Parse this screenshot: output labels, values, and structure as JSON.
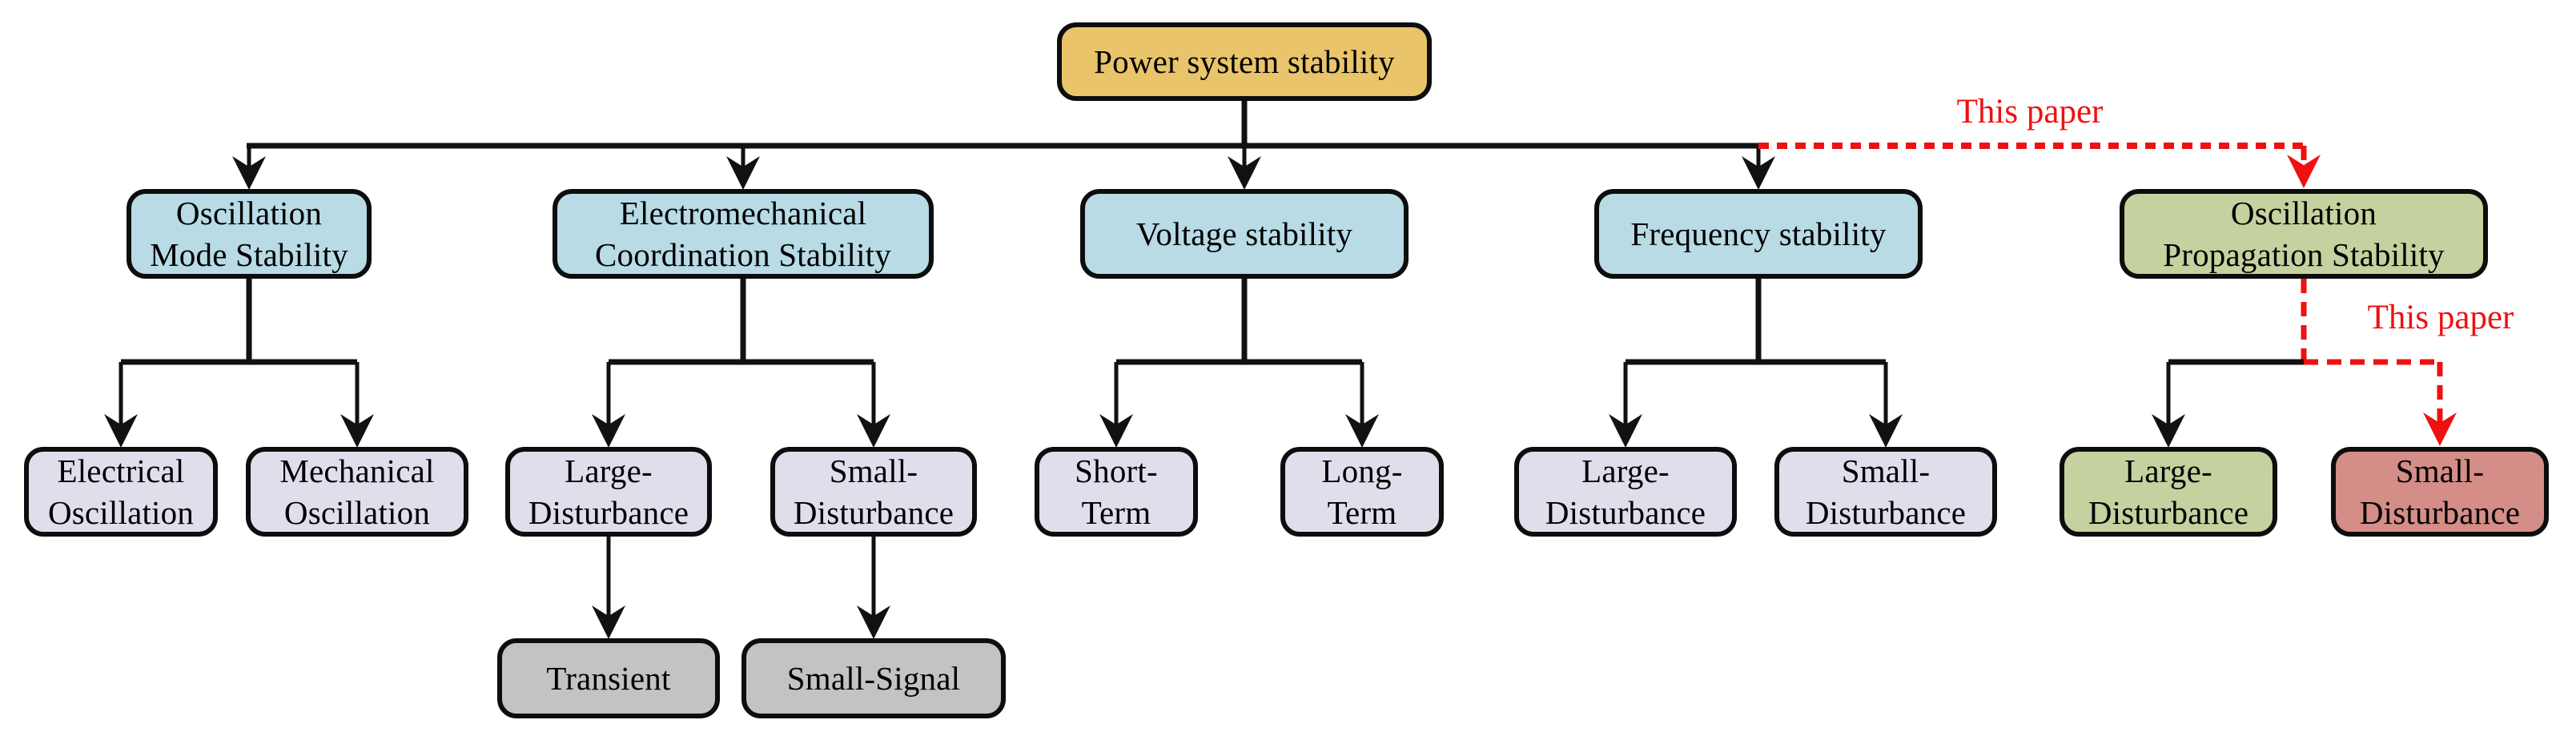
{
  "diagram": {
    "title": "Power system stability classification tree",
    "background_color": "#ffffff",
    "line_color": "#111111",
    "accent_red": "#ee1111",
    "annotations": {
      "this_paper_top": "This paper",
      "this_paper_right": "This paper"
    },
    "palette": {
      "root_yellow": "#e9c46a",
      "category_blue": "#b8dbe6",
      "highlight_green": "#c6d1a0",
      "leaf_lavender": "#e1ddeb",
      "leaf_gray": "#c4c2c3",
      "highlight_pink": "#d48d87"
    },
    "nodes": {
      "root": {
        "label": "Power system stability",
        "color": "#e9c46a"
      },
      "oscillation_mode": {
        "label": "Oscillation\nMode Stability",
        "color": "#b8dbe6"
      },
      "electromech": {
        "label": "Electromechanical\nCoordination Stability",
        "color": "#b8dbe6"
      },
      "voltage": {
        "label": "Voltage stability",
        "color": "#b8dbe6"
      },
      "frequency": {
        "label": "Frequency stability",
        "color": "#b8dbe6"
      },
      "osc_propagation": {
        "label": "Oscillation\nPropagation Stability",
        "color": "#c6d1a0"
      },
      "electrical_osc": {
        "label": "Electrical\nOscillation",
        "color": "#e1ddeb"
      },
      "mechanical_osc": {
        "label": "Mechanical\nOscillation",
        "color": "#e1ddeb"
      },
      "em_large": {
        "label": "Large-\nDisturbance",
        "color": "#e1ddeb"
      },
      "em_small": {
        "label": "Small-\nDisturbance",
        "color": "#e1ddeb"
      },
      "short_term": {
        "label": "Short-\nTerm",
        "color": "#e1ddeb"
      },
      "long_term": {
        "label": "Long-\nTerm",
        "color": "#e1ddeb"
      },
      "freq_large": {
        "label": "Large-\nDisturbance",
        "color": "#e1ddeb"
      },
      "freq_small": {
        "label": "Small-\nDisturbance",
        "color": "#e1ddeb"
      },
      "prop_large": {
        "label": "Large-\nDisturbance",
        "color": "#c6d1a0"
      },
      "prop_small": {
        "label": "Small-\nDisturbance",
        "color": "#d48d87"
      },
      "transient": {
        "label": "Transient",
        "color": "#c4c2c3"
      },
      "small_signal": {
        "label": "Small-Signal",
        "color": "#c4c2c3"
      }
    }
  }
}
